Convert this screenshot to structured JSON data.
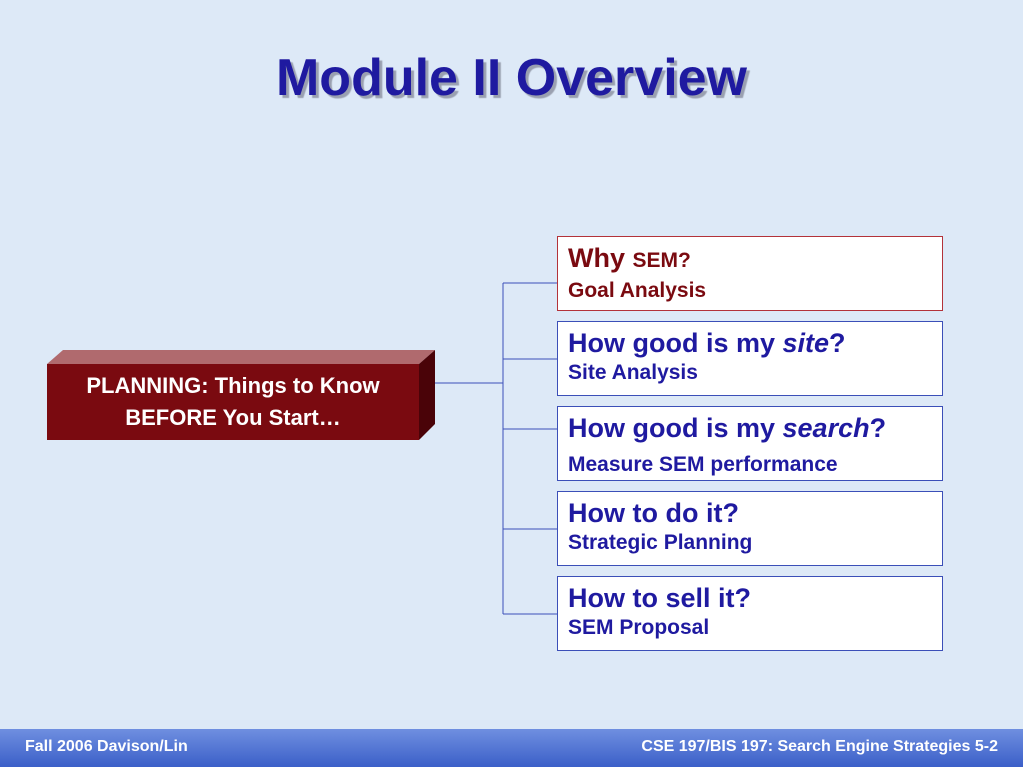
{
  "slide": {
    "title": "Module II Overview"
  },
  "planning": {
    "line1": "PLANNING: Things to Know",
    "line2": "BEFORE You Start…"
  },
  "items": [
    {
      "question": "Why",
      "question_small": "SEM?",
      "subtitle": "Goal Analysis"
    },
    {
      "question": "How good is my ",
      "question_italic": "site",
      "question_end": "?",
      "subtitle": "Site Analysis"
    },
    {
      "question": "How good is my ",
      "question_italic": "search",
      "question_end": "?",
      "subtitle": "Measure SEM performance"
    },
    {
      "question": "How to do it?",
      "subtitle": "Strategic Planning"
    },
    {
      "question": "How to sell it?",
      "subtitle": "SEM Proposal"
    }
  ],
  "footer": {
    "left": "Fall 2006 Davison/Lin",
    "right": "CSE 197/BIS 197: Search Engine Strategies  5-2"
  },
  "colors": {
    "background": "#dde9f7",
    "title": "#1f1aa0",
    "planning_box": "#7a0a10",
    "box_text": "#1f1aa0",
    "box_red_text": "#7a0a10",
    "footer": "#4a6ad0"
  }
}
